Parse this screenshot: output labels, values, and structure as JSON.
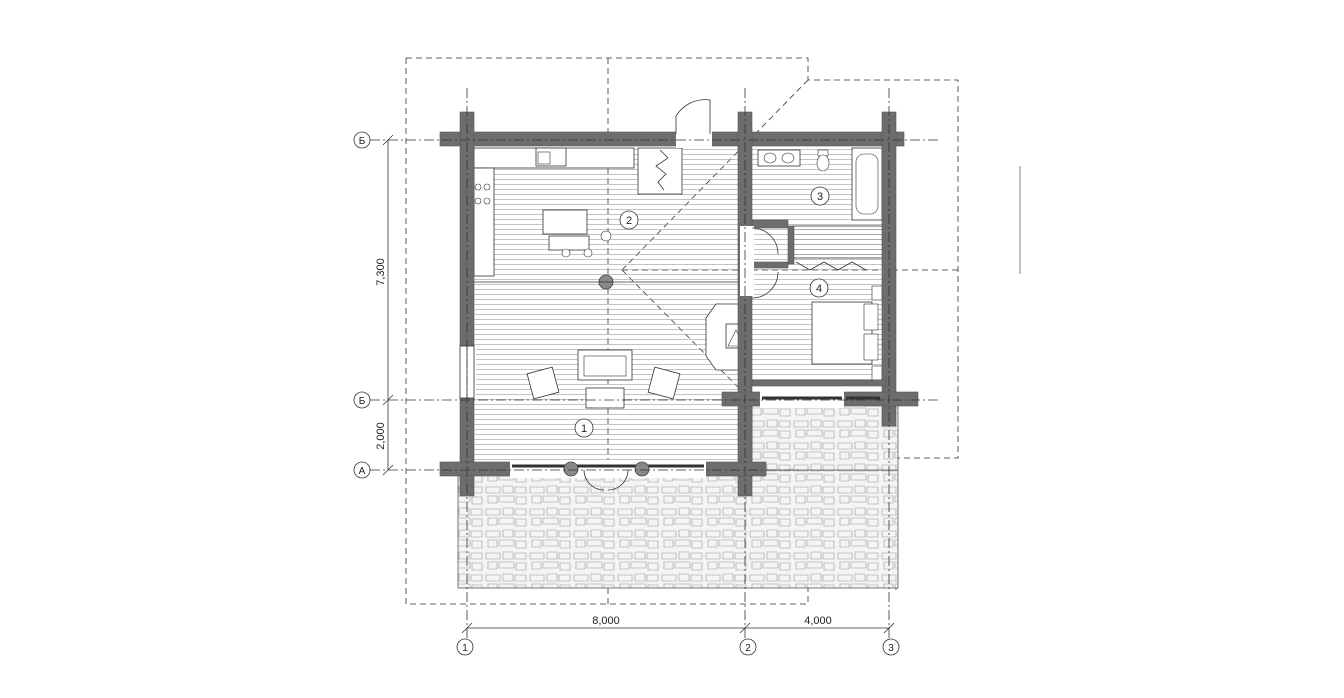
{
  "axes": {
    "horizontal": [
      {
        "id": "axis-b-top",
        "label": "Б"
      },
      {
        "id": "axis-b-mid",
        "label": "Б"
      },
      {
        "id": "axis-a",
        "label": "А"
      }
    ],
    "vertical": [
      {
        "id": "axis-1",
        "label": "1"
      },
      {
        "id": "axis-2",
        "label": "2"
      },
      {
        "id": "axis-3",
        "label": "3"
      }
    ]
  },
  "dimensions": {
    "height_upper": "7,300",
    "height_lower": "2,000",
    "width_left": "8,000",
    "width_right": "4,000"
  },
  "rooms": [
    {
      "id": "room-1",
      "number": "1"
    },
    {
      "id": "room-2",
      "number": "2"
    },
    {
      "id": "room-3",
      "number": "3"
    },
    {
      "id": "room-4",
      "number": "4"
    }
  ],
  "colors": {
    "wall": "#6d6d6d",
    "line": "#333333",
    "terrace_fill": "#f2f2f2"
  }
}
